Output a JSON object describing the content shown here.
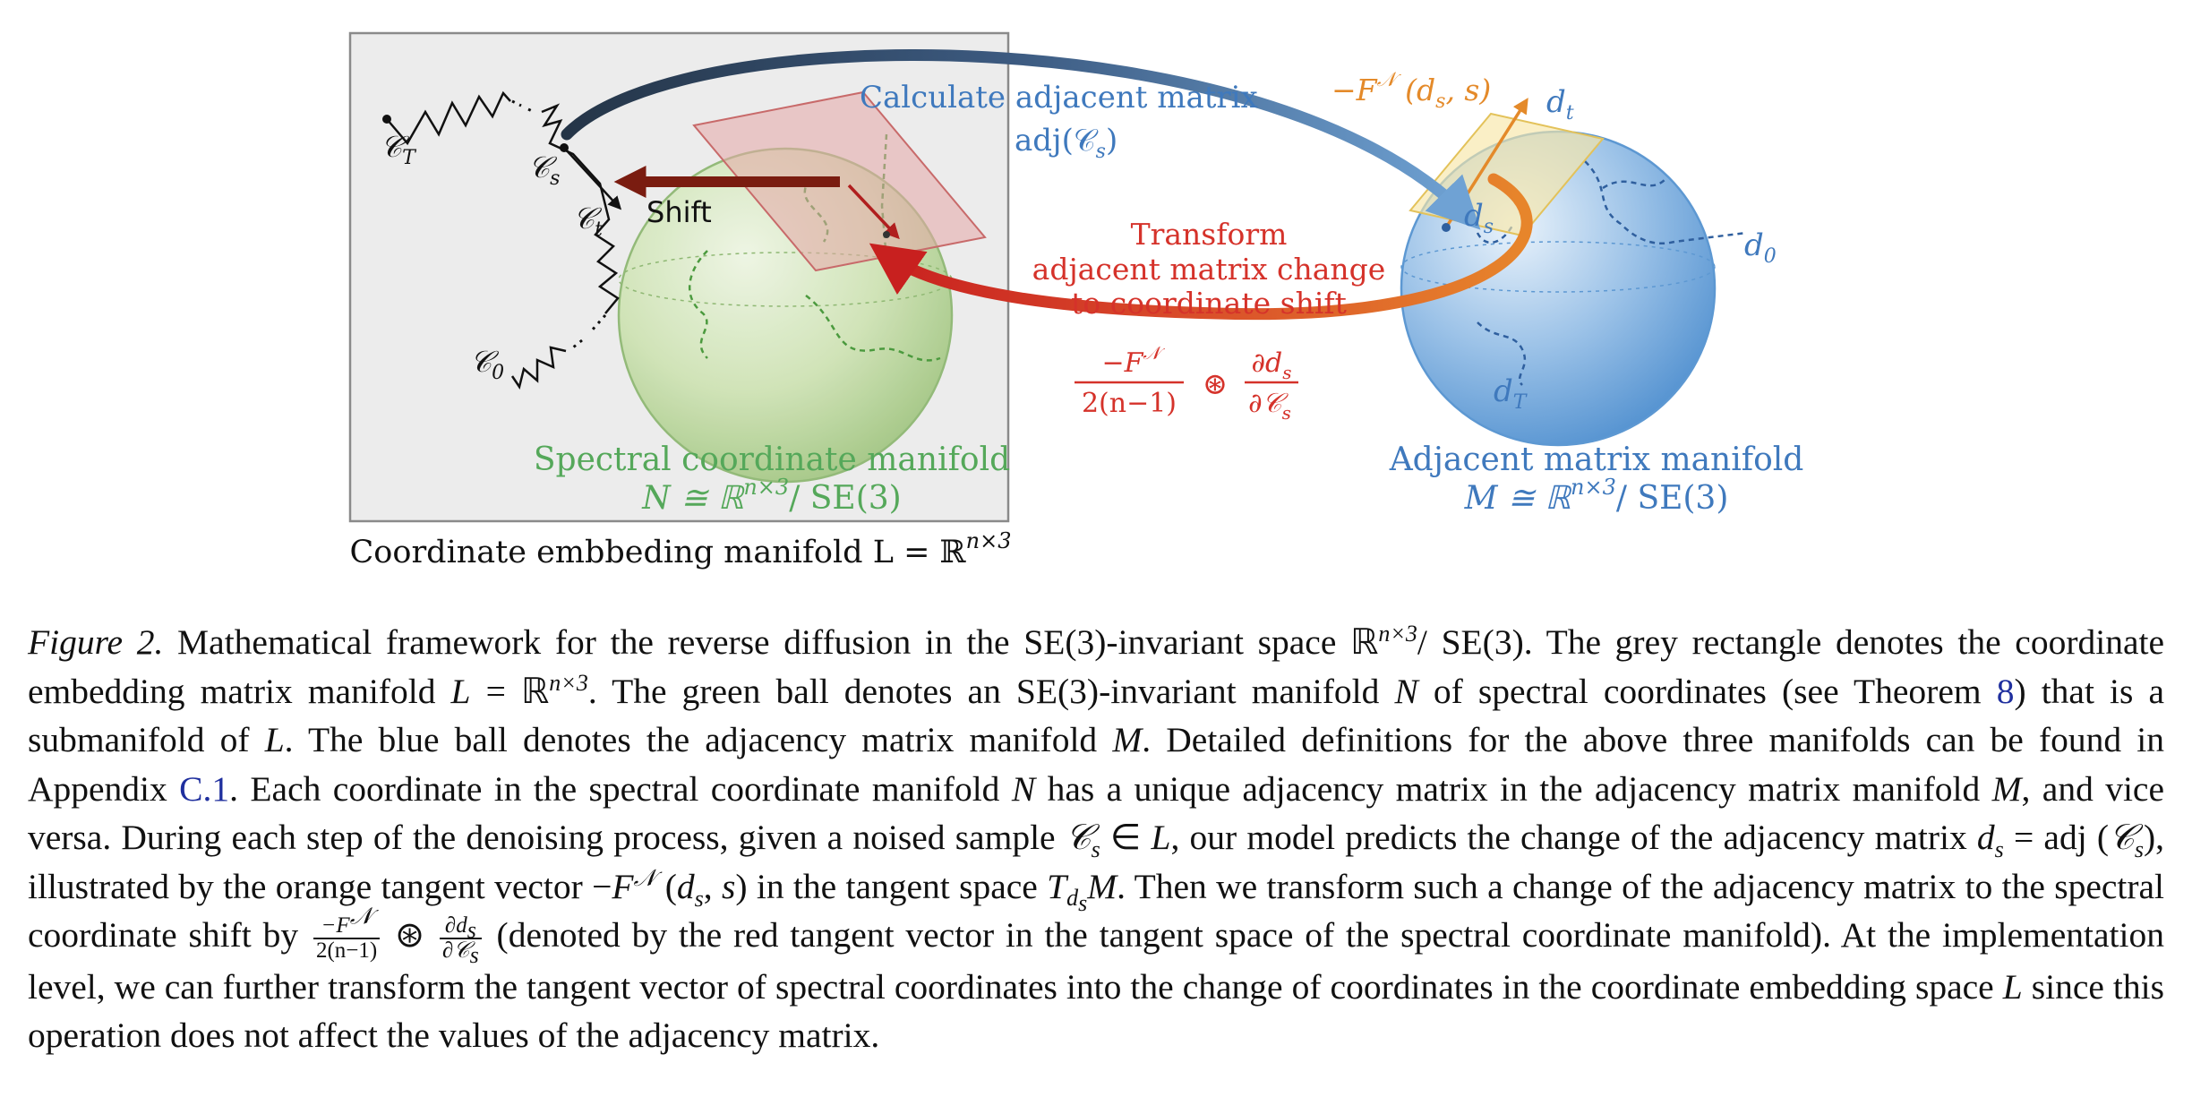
{
  "diagram": {
    "labels": {
      "ct": "𝒞",
      "ct_sub": "T",
      "cs": "𝒞",
      "cs_sub": "s",
      "ctt": "𝒞",
      "ctt_sub": "t",
      "c0": "𝒞",
      "c0_sub": "0",
      "shift": "Shift",
      "calc_line1": "Calculate adjacent matrix",
      "calc_line2": "adj(𝒞",
      "calc_line2_sub": "s",
      "calc_line2_end": ")",
      "force": "−F",
      "force_sup": "𝒩",
      "force_args": " (d",
      "force_args_sub": "s",
      "force_args_end": ", s)",
      "dt": "d",
      "dt_sub": "t",
      "ds": "d",
      "ds_sub": "s",
      "d0": "d",
      "d0_sub": "0",
      "dT": "d",
      "dT_sub": "T",
      "transform_line1": "Transform",
      "transform_line2": "adjacent matrix change",
      "transform_line3": "to coordinate shift",
      "frac_num": "−F",
      "frac_num_sup": "𝒩",
      "frac_den": "2(n−1)",
      "oast": "⊛",
      "dfrac_num": "∂d",
      "dfrac_num_sub": "s",
      "dfrac_den": "∂𝒞",
      "dfrac_den_sub": "s",
      "spectral_title": "Spectral coordinate manifold",
      "spectral_formula": "N ≅ ℝ",
      "spectral_formula_sup": "n×3",
      "spectral_formula_end": "/ SE(3)",
      "adjacent_title": "Adjacent matrix manifold",
      "adjacent_formula": "M ≅ ℝ",
      "adjacent_formula_sup": "n×3",
      "adjacent_formula_end": "/ SE(3)",
      "embedding": "Coordinate embbeding manifold L = ℝ",
      "embedding_sup": "n×3"
    },
    "colors": {
      "green": "#55a85a",
      "blue": "#3f79bd",
      "red": "#d5322a",
      "orange": "#e48a2a",
      "dark_red": "#7a1c10",
      "grey_box": "#ececec"
    }
  },
  "caption": {
    "label": "Figure 2.",
    "t1": " Mathematical framework for the reverse diffusion in the SE(3)-invariant space ℝ",
    "t1_sup": "n×3",
    "t2": "/ SE(3). The grey rectangle denotes the coordinate embedding matrix manifold ",
    "L": "L",
    "t3": " = ℝ",
    "t3_sup": "n×3",
    "t4": ". The green ball denotes an SE(3)-invariant manifold ",
    "N": "N",
    "t5": " of spectral coordinates (see Theorem ",
    "thm": "8",
    "t6": ") that is a submanifold of ",
    "L2": "L",
    "t7": ". The blue ball denotes the adjacency matrix manifold ",
    "M": "M",
    "t8": ". Detailed definitions for the above three manifolds can be found in Appendix ",
    "appendix": "C.1",
    "t9": ". Each coordinate in the spectral coordinate manifold ",
    "N2": "N",
    "t10": " has a unique adjacency matrix in the adjacency matrix manifold ",
    "M2": "M",
    "t11": ", and vice versa. During each step of the denoising process, given a noised sample ",
    "Cs": "𝒞",
    "Cs_sub": "s",
    "t12": " ∈ ",
    "L3": "L",
    "t13": ", our model predicts the change of the adjacency matrix ",
    "ds": "d",
    "ds_sub": "s",
    "t14": " = adj (",
    "Cs2": "𝒞",
    "Cs2_sub": "s",
    "t15": "), illustrated by the orange tangent vector −",
    "F": "F",
    "F_sup": "𝒩",
    "t16": " (",
    "ds2": "d",
    "ds2_sub": "s",
    "t17": ", ",
    "s": "s",
    "t18": ") in the tangent space ",
    "T": "T",
    "T_sub": "d",
    "T_subsub": "s",
    "M3": "M",
    "t19": ". Then we transform such a change of the adjacency matrix to the spectral coordinate shift by ",
    "fr_num": "−F",
    "fr_num_sup": "𝒩",
    "fr_den": "2(n−1)",
    "oast": " ⊛ ",
    "dfr_num": "∂d",
    "dfr_num_sub": "s",
    "dfr_den": "∂𝒞",
    "dfr_den_sub": "s",
    "t20": " (denoted by the red tangent vector in the tangent space of the spectral coordinate manifold). At the implementation level, we can further transform the tangent vector of spectral coordinates into the change of coordinates in the coordinate embedding space ",
    "L4": "L",
    "t21": " since this operation does not affect the values of the adjacency matrix."
  }
}
